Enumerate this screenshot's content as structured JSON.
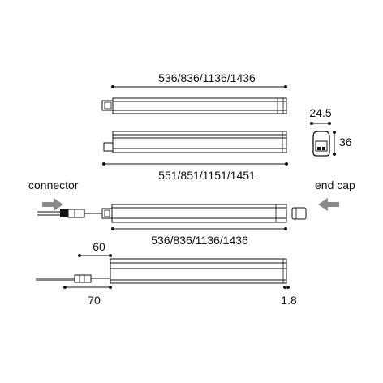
{
  "diagram": {
    "top_length_label": "536/836/1136/1436",
    "total_length_label": "551/851/1151/1451",
    "middle_length_label": "536/836/1136/1436",
    "profile_width_label": "24.5",
    "profile_height_label": "36",
    "connector_label": "connector",
    "end_cap_label": "end cap",
    "offset_60_label": "60",
    "offset_70_label": "70",
    "gap_label": "1.8",
    "colors": {
      "line": "#111111",
      "arrow": "#8a8a8a",
      "fill": "#ffffff"
    }
  }
}
